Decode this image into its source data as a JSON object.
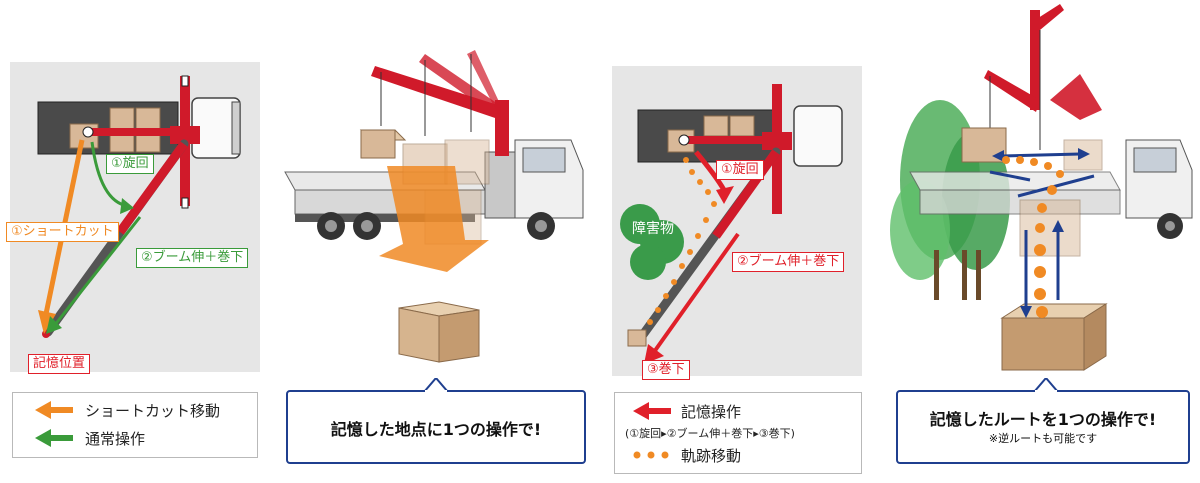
{
  "panel1": {
    "label_swing": "①旋回",
    "label_shortcut": "①ショートカット",
    "label_boom": "②ブーム伸＋巻下",
    "label_memory": "記憶位置",
    "legend": [
      {
        "text": "ショートカット移動",
        "color": "#f08a24"
      },
      {
        "text": "通常操作",
        "color": "#3a9b3a"
      }
    ]
  },
  "panel2": {
    "callout": "記憶した地点に1つの操作で!"
  },
  "panel3": {
    "label_obstacle": "障害物",
    "label_swing": "①旋回",
    "label_boom": "②ブーム伸＋巻下",
    "label_lower": "③巻下",
    "legend_title": "記憶操作",
    "legend_sub": "(①旋回▸②ブーム伸＋巻下▸③巻下)",
    "legend_track": "軌跡移動"
  },
  "panel4": {
    "callout": "記憶したルートを1つの操作で!",
    "note": "※逆ルートも可能です"
  },
  "colors": {
    "orange": "#f08a24",
    "green": "#3a9b3a",
    "red": "#e0202a",
    "navy": "#1f3f8f",
    "panel_gray": "#e6e6e6"
  }
}
